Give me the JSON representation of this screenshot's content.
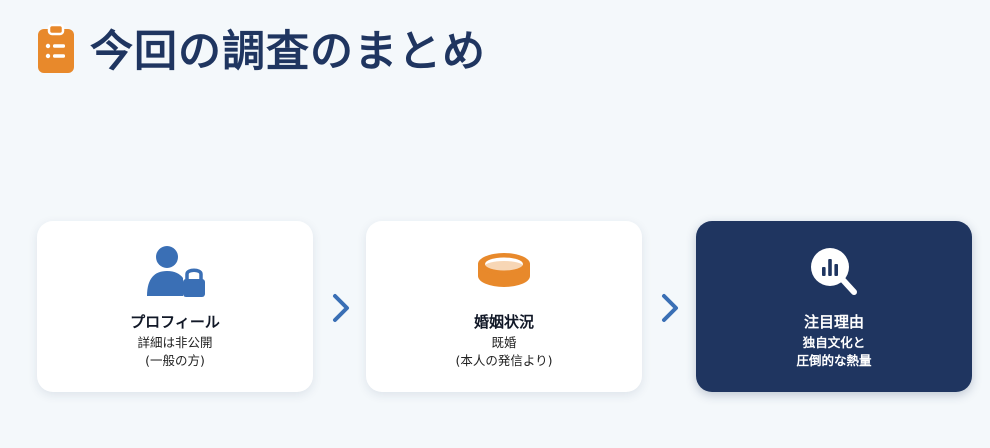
{
  "header": {
    "title": "今回の調査のまとめ",
    "icon": "clipboard-list-icon",
    "icon_color": "#e8892b"
  },
  "colors": {
    "title": "#1f3560",
    "accent_orange": "#e8892b",
    "accent_blue": "#3a6fb5",
    "highlight_card": "#1f3560",
    "background": "#f4f8fb"
  },
  "cards": [
    {
      "icon": "user-lock-icon",
      "title": "プロフィール",
      "desc_line1": "詳細は非公開",
      "desc_line2": "(一般の方)"
    },
    {
      "icon": "ring-icon",
      "title": "婚姻状況",
      "desc_line1": "既婚",
      "desc_line2": "(本人の発信より)"
    },
    {
      "icon": "search-chart-icon",
      "title": "注目理由",
      "desc_line1": "独自文化と",
      "desc_line2": "圧倒的な熱量",
      "highlighted": true
    }
  ],
  "connectors": [
    "chevron-right-icon",
    "chevron-right-icon"
  ]
}
